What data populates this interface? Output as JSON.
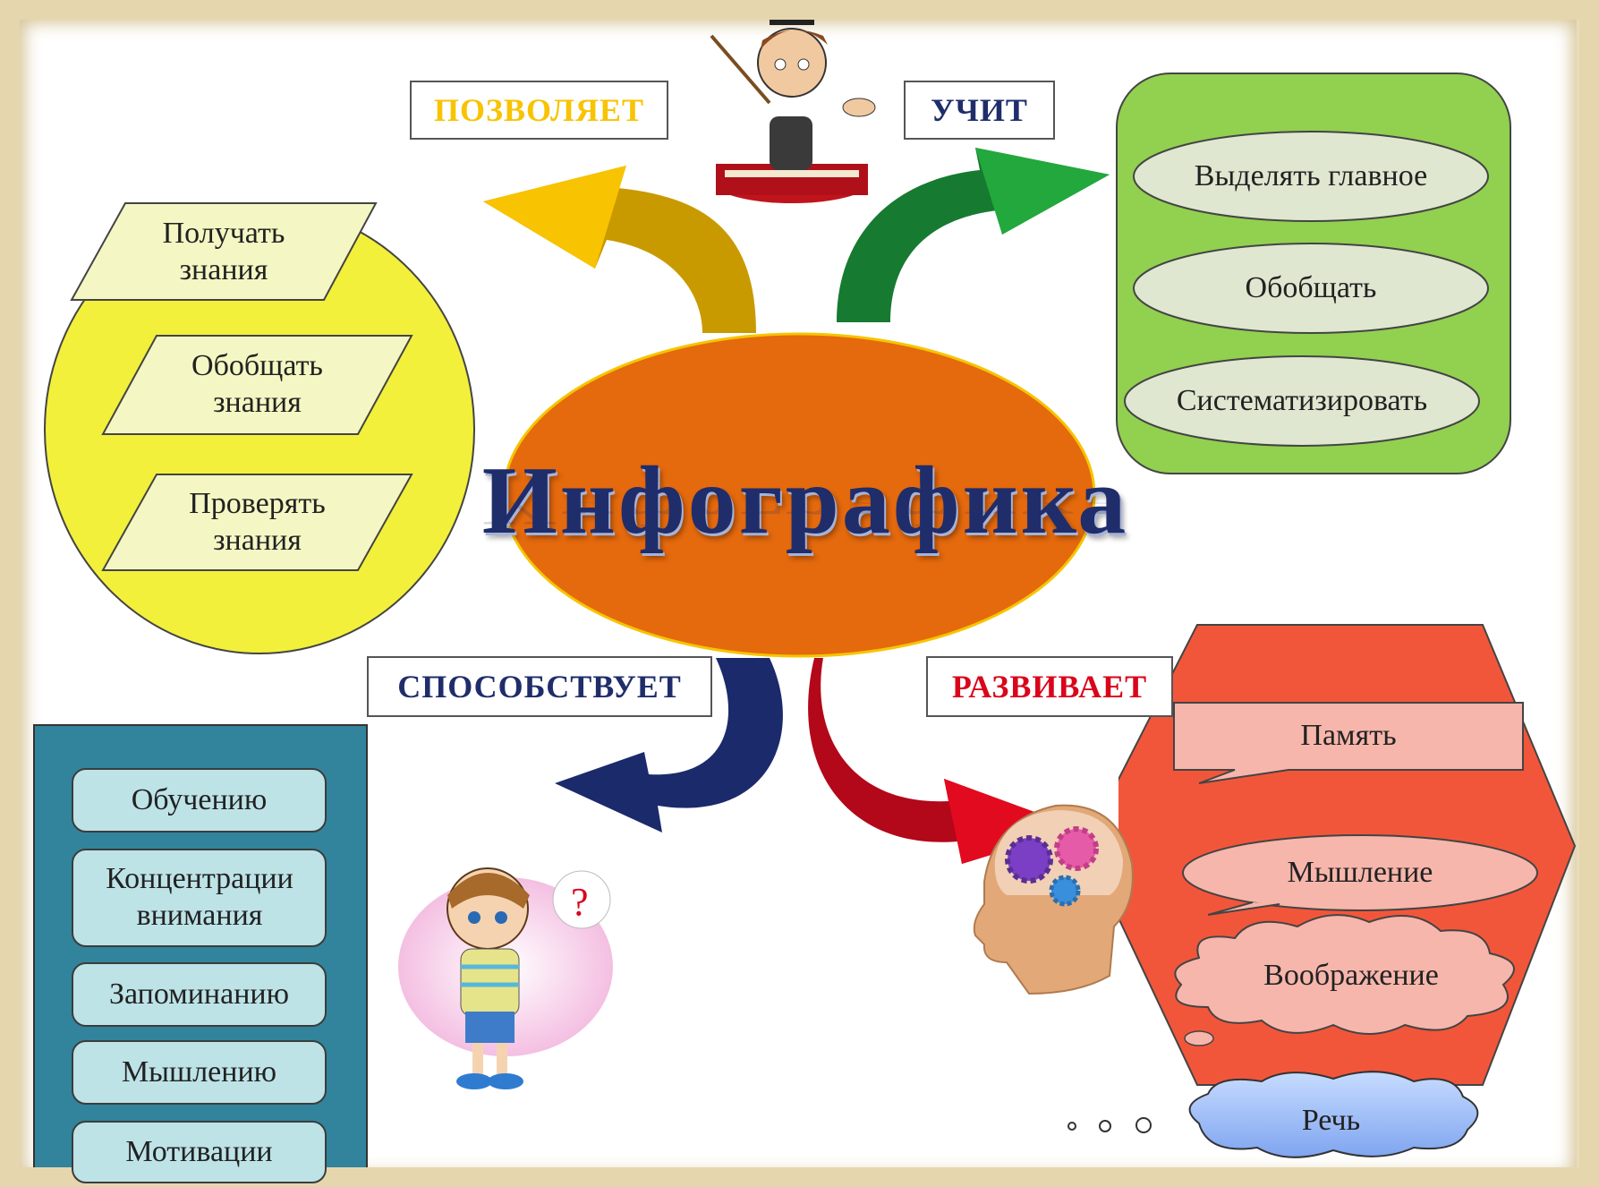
{
  "title": "Инфографика",
  "top_left": {
    "connector": "ПОЗВОЛЯЕТ",
    "items": [
      "Получать знания",
      "Обобщать знания",
      "Проверять знания"
    ]
  },
  "top_right": {
    "connector": "УЧИТ",
    "items": [
      "Выделять главное",
      "Обобщать",
      "Систематизировать"
    ]
  },
  "bottom_left": {
    "connector": "СПОСОБСТВУЕТ",
    "items": [
      "Обучению",
      "Концентрации внимания",
      "Запоминанию",
      "Мышлению",
      "Мотивации"
    ]
  },
  "bottom_right": {
    "connector": "РАЗВИВАЕТ",
    "items": [
      "Память",
      "Мышление",
      "Воображение",
      "Речь"
    ]
  },
  "icons": [
    "teacher-cartoon-icon",
    "confused-boy-icon",
    "head-gears-icon",
    "question-mark-icon"
  ],
  "colors": {
    "center": "#e5690d",
    "yellow_circle": "#f2f03a",
    "green_box": "#92d050",
    "teal_box": "#31849b",
    "red_hexagon": "#f2563a",
    "connector_allows": "#f8c300",
    "connector_teaches": "#1f2d6b",
    "connector_promotes": "#1f2d6b",
    "connector_develops": "#d9061b"
  }
}
